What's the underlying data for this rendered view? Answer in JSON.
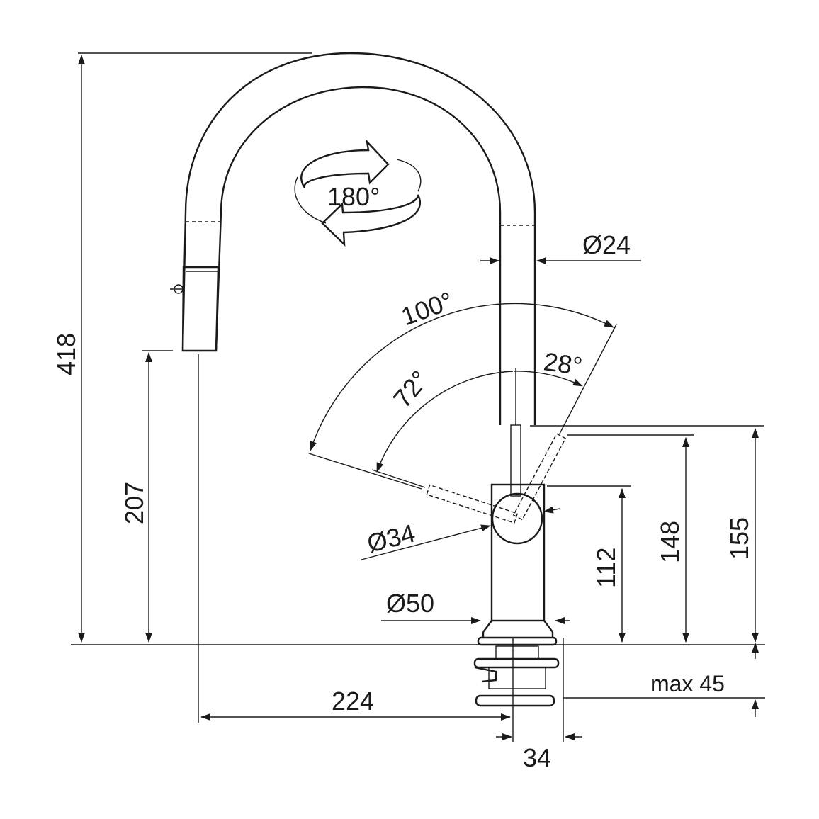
{
  "dimensions": {
    "total_height": "418",
    "spout_height": "207",
    "rotation": "180°",
    "pipe_diameter": "Ø24",
    "lever_range": "100°",
    "lever_front": "72°",
    "lever_back": "28°",
    "lever_diameter": "Ø34",
    "lever_axis_height": "112",
    "lever_height_148": "148",
    "lever_height_155": "155",
    "base_diameter": "Ø50",
    "spout_reach": "224",
    "base_width": "34",
    "deck_thickness": "max 45"
  }
}
